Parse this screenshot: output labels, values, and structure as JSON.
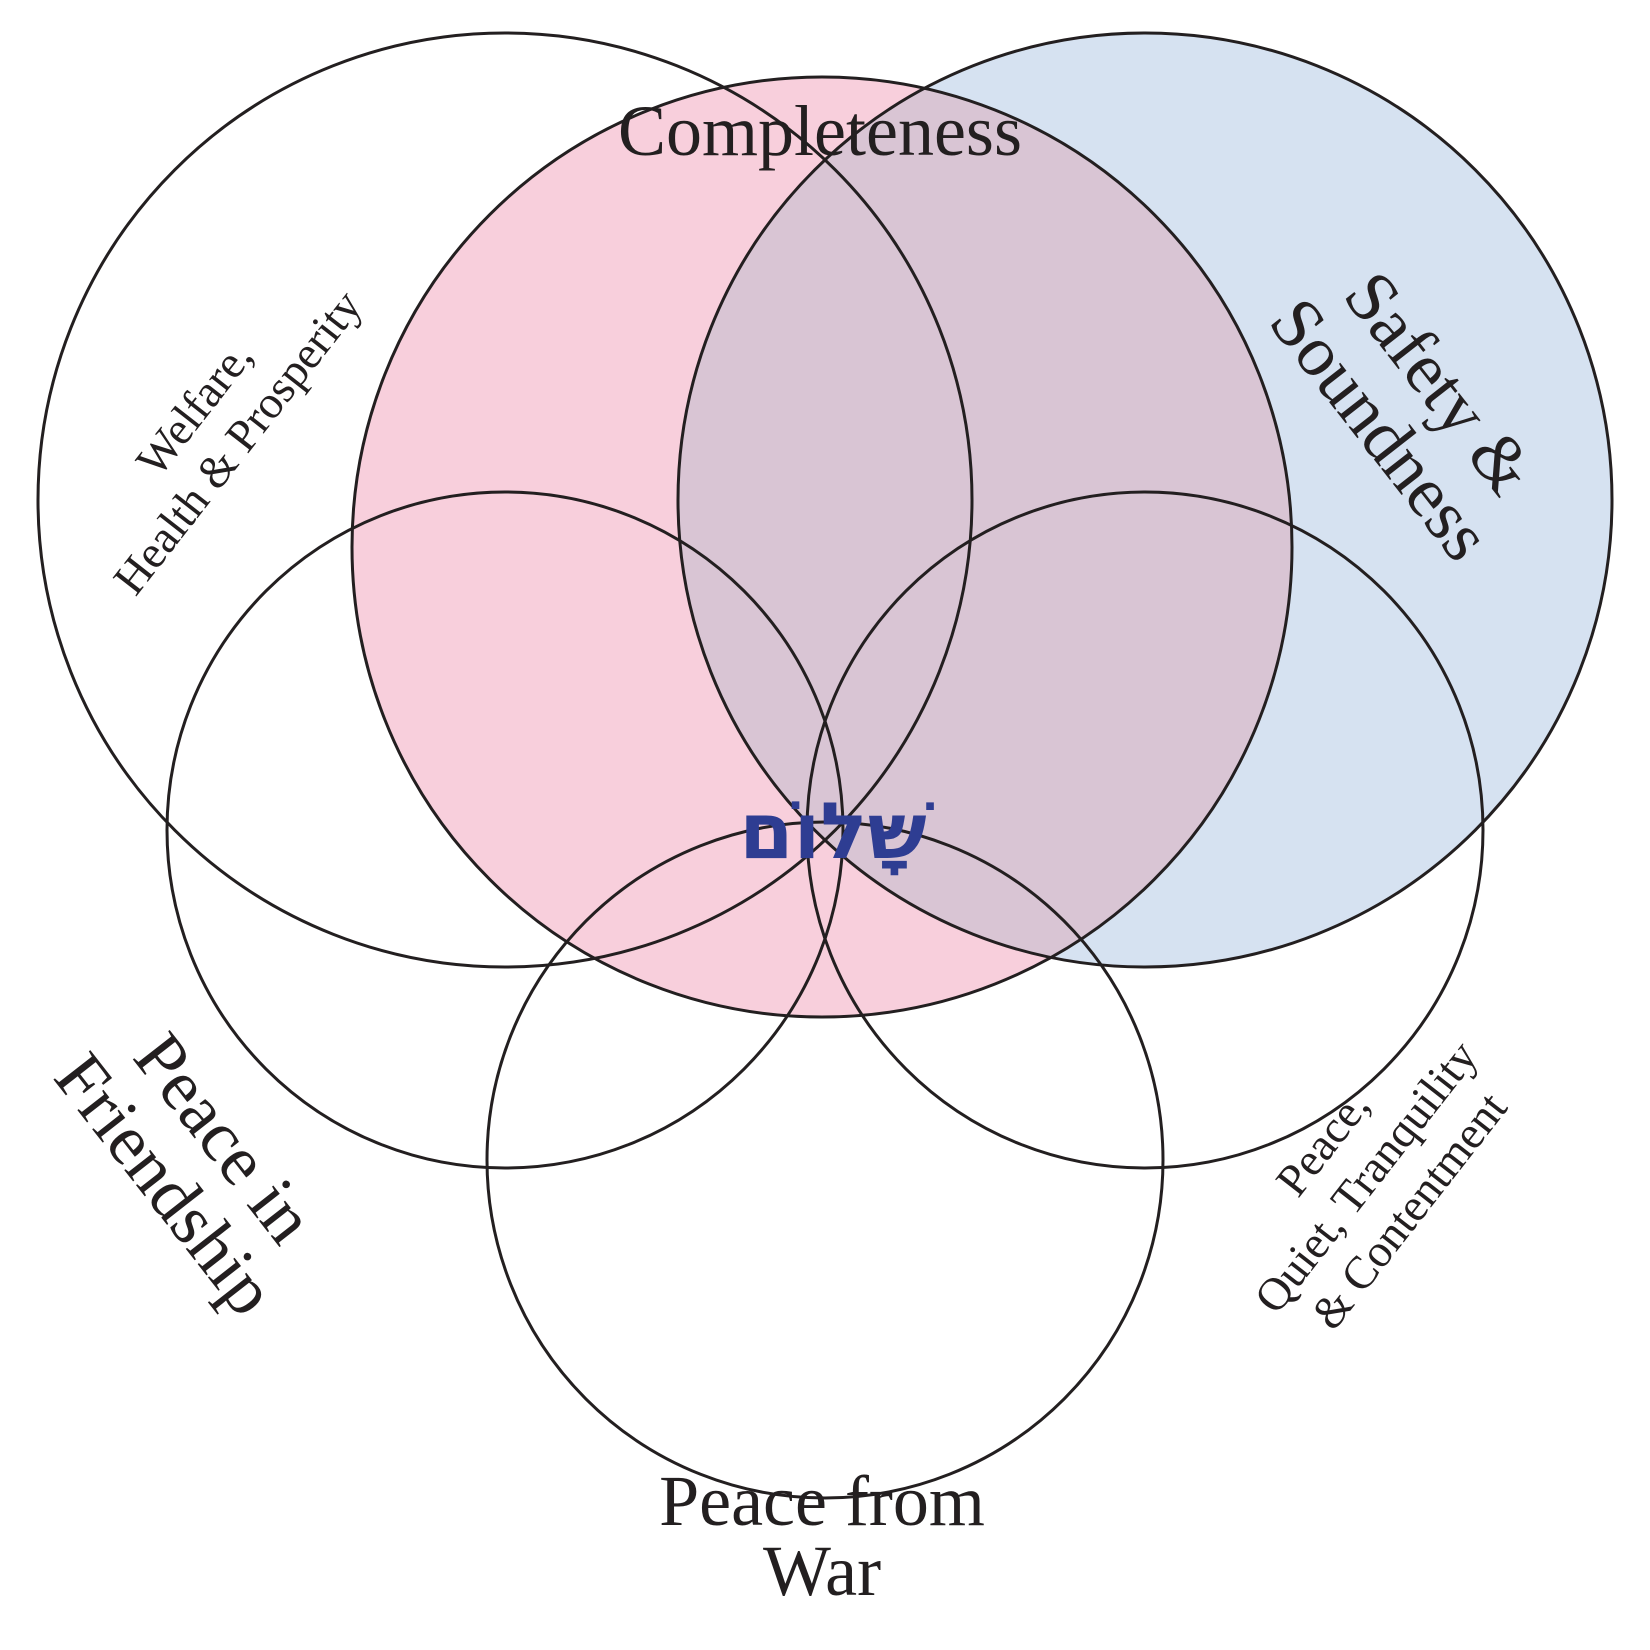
{
  "colors": {
    "pink_fill": "#f8cfdc",
    "blue_fill": "#d6e2f1",
    "outline": "#231f20",
    "hebrew_text": "#2e3d92"
  },
  "center_word": "שָׁלוֹם",
  "labels": {
    "completeness": "Completeness",
    "safety": [
      "Safety &",
      "Soundness"
    ],
    "welfare": [
      "Welfare,",
      "Health & Prosperity"
    ],
    "friendship": [
      "Peace in",
      "Friendship"
    ],
    "war": [
      "Peace from",
      "War"
    ],
    "quiet": [
      "Peace,",
      "Quiet, Tranquility",
      "& Contentment"
    ]
  }
}
